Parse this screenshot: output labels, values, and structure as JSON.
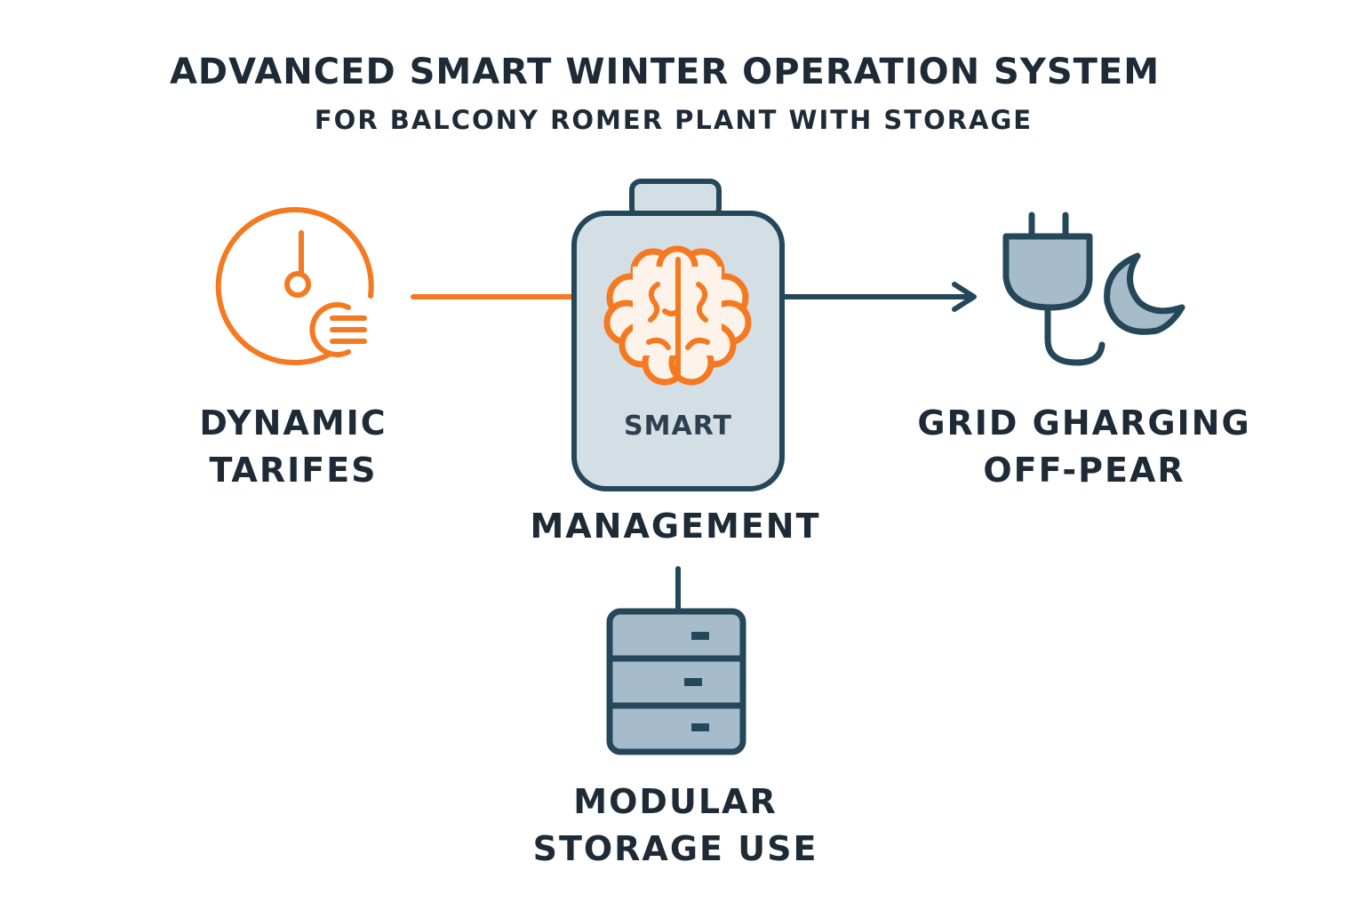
{
  "title": "ADVANCED SMART WINTER OPERATION SYSTEM",
  "subtitle": "FOR BALCONY ROMER PLANT WITH STORAGE",
  "nodes": {
    "dynamic_tariffs": {
      "line1": "DYNAMIC",
      "line2": "TARIFES",
      "icon": "clock-euro-icon"
    },
    "smart_management": {
      "inner_label": "SMART",
      "label": "MANAGEMENT",
      "icon": "battery-brain-icon"
    },
    "grid_charging": {
      "line1": "GRID GHARGING",
      "line2": "OFF-PEAR",
      "icon": "plug-moon-icon"
    },
    "modular_storage": {
      "line1": "MODULAR",
      "line2": "STORAGE USE",
      "icon": "server-stack-icon"
    }
  },
  "colors": {
    "orange": "#f47920",
    "navy": "#24475a",
    "fill": "#d4dee5",
    "text": "#1e2a36"
  }
}
